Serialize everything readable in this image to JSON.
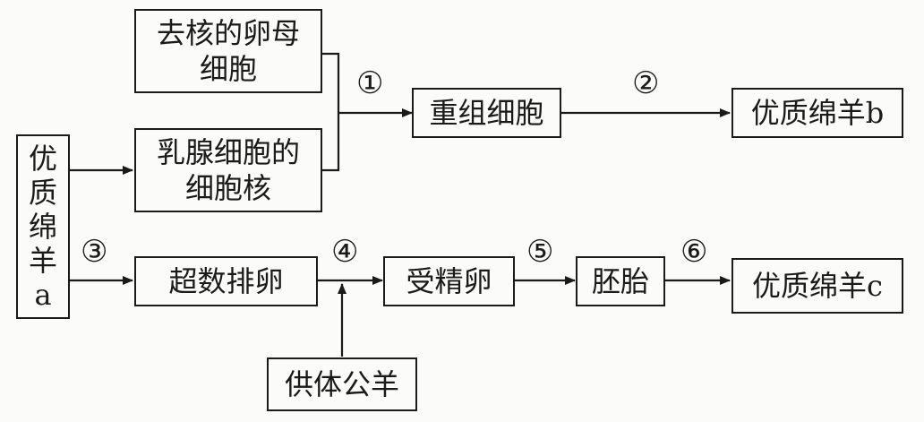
{
  "nodes": {
    "enucleated_egg": {
      "line1": "去核的卵母",
      "line2": "细胞"
    },
    "mammary_nucleus": {
      "line1": "乳腺细胞的",
      "line2": "细胞核"
    },
    "sheep_a": {
      "chars": [
        "优",
        "质",
        "绵",
        "羊",
        "a"
      ]
    },
    "recombinant_cell": {
      "label": "重组细胞"
    },
    "sheep_b": {
      "label": "优质绵羊b"
    },
    "superovulation": {
      "label": "超数排卵"
    },
    "fertilized_egg": {
      "label": "受精卵"
    },
    "embryo": {
      "label": "胚胎"
    },
    "sheep_c": {
      "label": "优质绵羊c"
    },
    "donor_ram": {
      "label": "供体公羊"
    }
  },
  "steps": {
    "s1": "①",
    "s2": "②",
    "s3": "③",
    "s4": "④",
    "s5": "⑤",
    "s6": "⑥"
  },
  "colors": {
    "ink": "#1a1a1a",
    "paper": "#fbfbf9"
  }
}
